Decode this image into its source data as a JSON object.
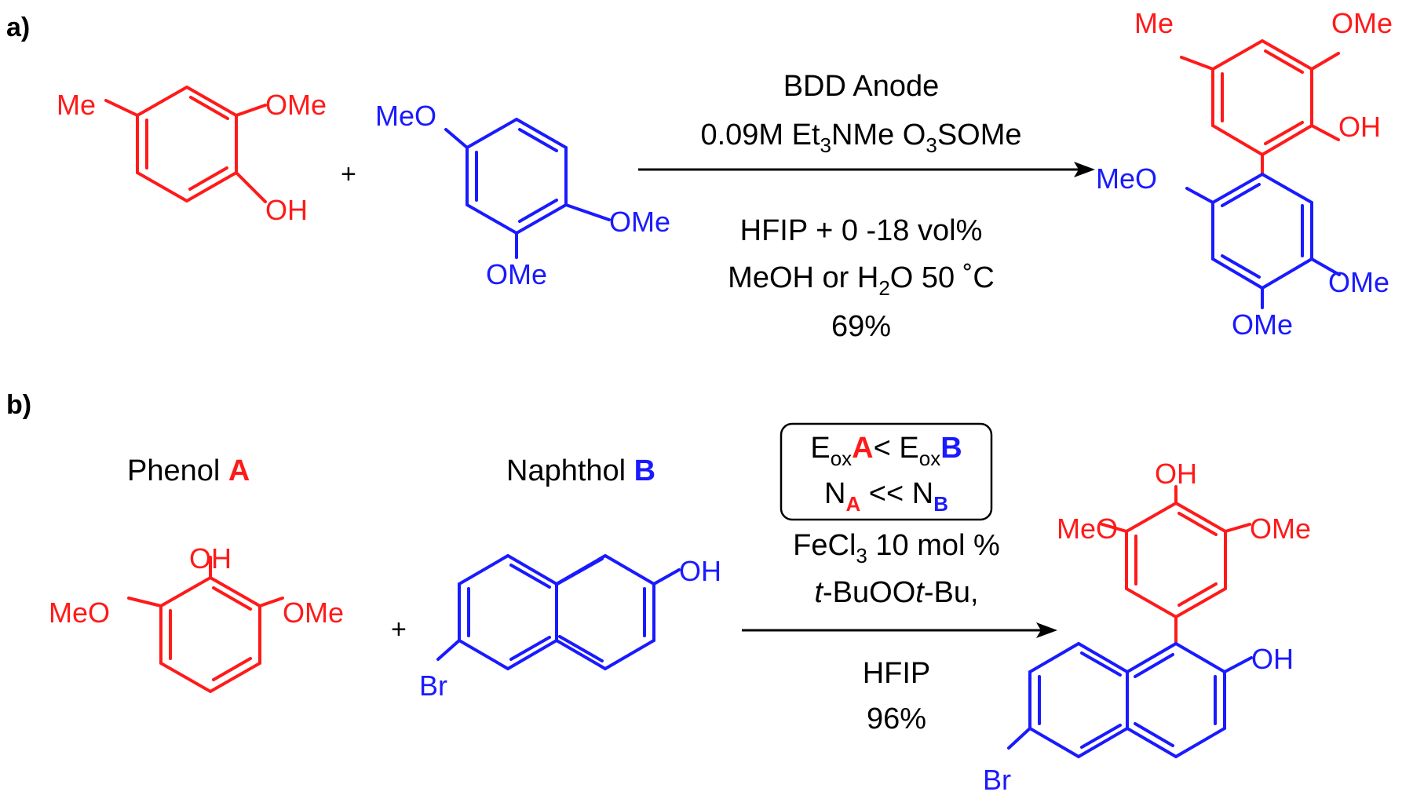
{
  "panels": {
    "a": {
      "label": "a)",
      "plus": "+",
      "reactant1": {
        "me": "Me",
        "ome": "OMe",
        "oh": "OH"
      },
      "reactant2": {
        "meo": "MeO",
        "ome1": "OMe",
        "ome2": "OMe"
      },
      "conditions": {
        "line1": "BDD Anode",
        "line2_a": "0.09M Et",
        "line2_sub1": "3",
        "line2_b": "NMe O",
        "line2_sub2": "3",
        "line2_c": "SOMe",
        "line3": "HFIP + 0 -18 vol%",
        "line4_a": "MeOH or H",
        "line4_sub": "2",
        "line4_b": "O 50 ˚C",
        "line5": "69%"
      },
      "product": {
        "me": "Me",
        "ome_top": "OMe",
        "oh": "OH",
        "meo": "MeO",
        "ome_r": "OMe",
        "ome_b": "OMe"
      }
    },
    "b": {
      "label": "b)",
      "plus": "+",
      "phenol_label": "Phenol ",
      "phenol_letter": "A",
      "naphthol_label": "Naphthol ",
      "naphthol_letter": "B",
      "reactant1": {
        "oh": "OH",
        "meo": "MeO",
        "ome": "OMe"
      },
      "reactant2": {
        "oh": "OH",
        "br": "Br"
      },
      "box": {
        "e1": "E",
        "e1_sub": "ox",
        "e1_letter": "A",
        "lt": "< E",
        "e2_sub": "ox",
        "e2_letter": "B",
        "n1": "N",
        "n1_sub": "A",
        "ll": " << N",
        "n2_sub": "B"
      },
      "conditions": {
        "line1_a": "FeCl",
        "line1_sub": "3",
        "line1_b": " 10 mol %",
        "line2_t1": "t",
        "line2_a": "-BuOO",
        "line2_t2": "t",
        "line2_b": "-Bu,",
        "line3": "HFIP",
        "line4": "96%"
      },
      "product": {
        "oh_top": "OH",
        "meo": "MeO",
        "ome": "OMe",
        "oh": "OH",
        "br": "Br"
      }
    }
  },
  "colors": {
    "partA": "#ff1a1a",
    "partB": "#1a1aff",
    "text": "#000000"
  }
}
